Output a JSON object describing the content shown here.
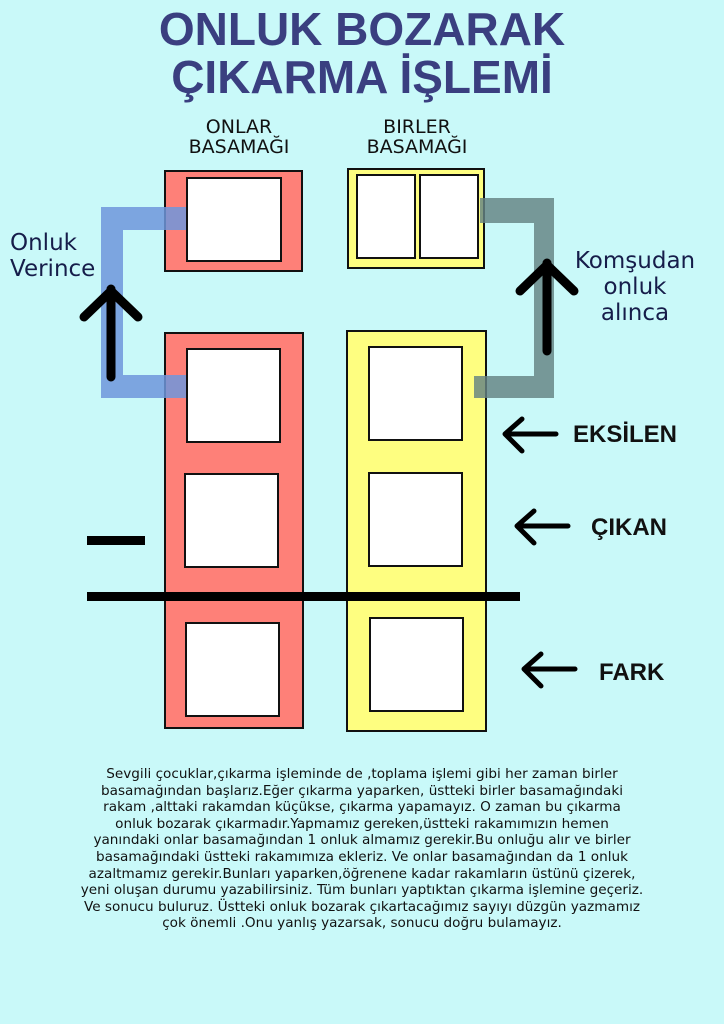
{
  "title": {
    "line1": "ONLUK BOZARAK",
    "line2": "ÇIKARMA İŞLEMİ"
  },
  "columns": {
    "tens": {
      "line1": "ONLAR",
      "line2": "BASAMAĞI",
      "color": "#fe8078"
    },
    "ones": {
      "line1": "BIRLER",
      "line2": "BASAMAĞI",
      "color": "#fefe80"
    }
  },
  "side_labels": {
    "left": {
      "line1": "Onluk",
      "line2": "Verince",
      "bracket_color": "#6e96dc"
    },
    "right": {
      "line1": "Komşudan",
      "line2": "onluk",
      "line3": "alınca",
      "bracket_color": "#648282"
    }
  },
  "row_labels": {
    "minuend": "EKSİLEN",
    "subtrahend": "ÇIKAN",
    "difference": "FARK"
  },
  "operator": "minus",
  "icons": {
    "up_arrow": "arrow-up-icon",
    "left_arrow": "arrow-left-icon"
  },
  "background_color": "#c9f9f9",
  "title_color": "#3a3f80",
  "paragraph": {
    "lines": [
      "Sevgili çocuklar,çıkarma işleminde de ,toplama işlemi gibi her zaman  birler",
      "basamağından  başlarız.Eğer çıkarma yaparken, üstteki birler basamağındaki",
      "rakam ,alttaki rakamdan küçükse, çıkarma yapamayız. O zaman bu çıkarma",
      "onluk bozarak çıkarmadır.Yapmamız gereken,üstteki rakamımızın hemen",
      "yanındaki onlar basamağından 1  onluk almamız gerekir.Bu onluğu alır ve birler",
      "basamağındaki üstteki rakamımıza ekleriz. Ve onlar basamağından da 1  onluk",
      "azaltmamız gerekir.Bunları yaparken,öğrenene kadar rakamların üstünü çizerek,",
      "yeni oluşan durumu yazabilirsiniz. Tüm bunları yaptıktan çıkarma işlemine geçeriz.",
      "Ve sonucu buluruz. Üstteki onluk bozarak çıkartacağımız sayıyı düzgün yazmamız",
      "çok önemli .Onu yanlış yazarsak,  sonucu doğru bulamayız."
    ]
  }
}
